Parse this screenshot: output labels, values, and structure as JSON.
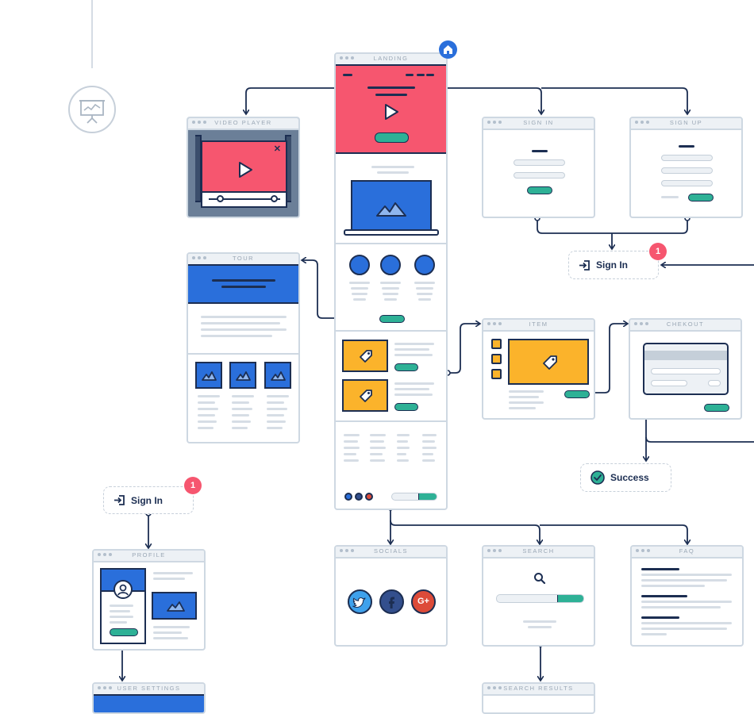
{
  "screens": {
    "landing": "LANDING",
    "video_player": "VIDEO PLAYER",
    "tour": "TOUR",
    "sign_in": "SIGN IN",
    "sign_up": "SIGN UP",
    "item": "ITEM",
    "checkout": "CHEKOUT",
    "socials": "SOCIALS",
    "search": "SEARCH",
    "faq": "FAQ",
    "profile": "PROFILE",
    "user_settings": "USER SETTINGS",
    "search_results": "SEARCH RESULTS"
  },
  "nodes": {
    "sign_in_right": {
      "label": "Sign In",
      "badge": "1"
    },
    "sign_in_left": {
      "label": "Sign In",
      "badge": "1"
    },
    "success": {
      "label": "Success"
    }
  },
  "social_icons": [
    "twitter-icon",
    "facebook-icon",
    "google-plus-icon"
  ],
  "colors": {
    "navy": "#1c2e52",
    "red": "#f6566f",
    "blue": "#2a6fdb",
    "orange": "#fbb32b",
    "green": "#2eb196",
    "gray": "#ced8e2",
    "video_bg": "#6b7f98",
    "twitter": "#3ea1ec",
    "facebook": "#334f8d",
    "google": "#dd4b39"
  }
}
